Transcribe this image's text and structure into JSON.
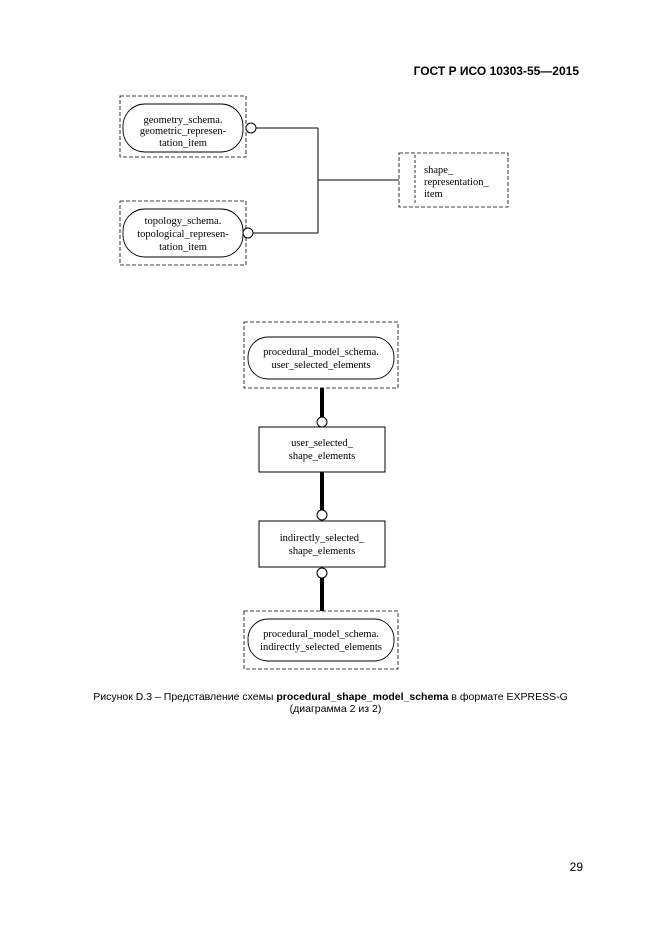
{
  "header": {
    "doc_id": "ГОСТ Р ИСО 10303-55—2015"
  },
  "diagram1": {
    "geometry_ref": [
      "geometry_schema.",
      "geometric_represen-",
      "tation_item"
    ],
    "topology_ref": [
      "topology_schema.",
      "topological_represen-",
      "tation_item"
    ],
    "shape_rep": [
      "shape_",
      "representation_",
      "item"
    ]
  },
  "diagram2": {
    "top_ref": [
      "procedural_model_schema.",
      "user_selected_elements"
    ],
    "entity1": [
      "user_selected_",
      "shape_elements"
    ],
    "entity2": [
      "indirectly_selected_",
      "shape_elements"
    ],
    "bottom_ref": [
      "procedural_model_schema.",
      "indirectly_selected_elements"
    ]
  },
  "caption": {
    "prefix": "Рисунок  D.3 – Представление схемы ",
    "schema_name": "procedural_shape_model_schema",
    "suffix": " в формате EXPRESS-G",
    "line2": "(диаграмма 2 из 2)"
  },
  "page_number": "29"
}
